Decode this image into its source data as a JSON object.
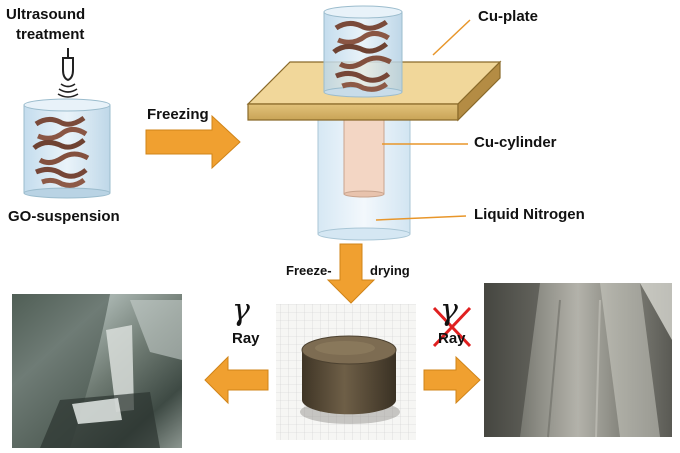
{
  "labels": {
    "ultrasound": "Ultrasound",
    "treatment": "treatment",
    "go_suspension": "GO-suspension",
    "freezing": "Freezing",
    "cu_plate": "Cu-plate",
    "cu_cylinder": "Cu-cylinder",
    "liquid_nitrogen": "Liquid Nitrogen",
    "freeze": "Freeze-",
    "drying": "drying",
    "gamma_left": "γ",
    "ray_left": "Ray",
    "gamma_right": "γ",
    "ray_right": "Ray"
  },
  "colors": {
    "arrow": "#f0a030",
    "arrow_edge": "#d08418",
    "cu_plate_top": "#f1d79a",
    "cu_plate_edge": "#8a6a2a",
    "cu_cylinder": "#f3d6c4",
    "container": "#d2e6f4",
    "container_edge": "#9bbccd",
    "sheets": "#7a4a3a",
    "cross": "#e02020"
  },
  "photos": {
    "left": "left-photo-sample-surface",
    "middle": "middle-photo-aerogel-cylinder",
    "right": "right-photo-sample-surface"
  }
}
